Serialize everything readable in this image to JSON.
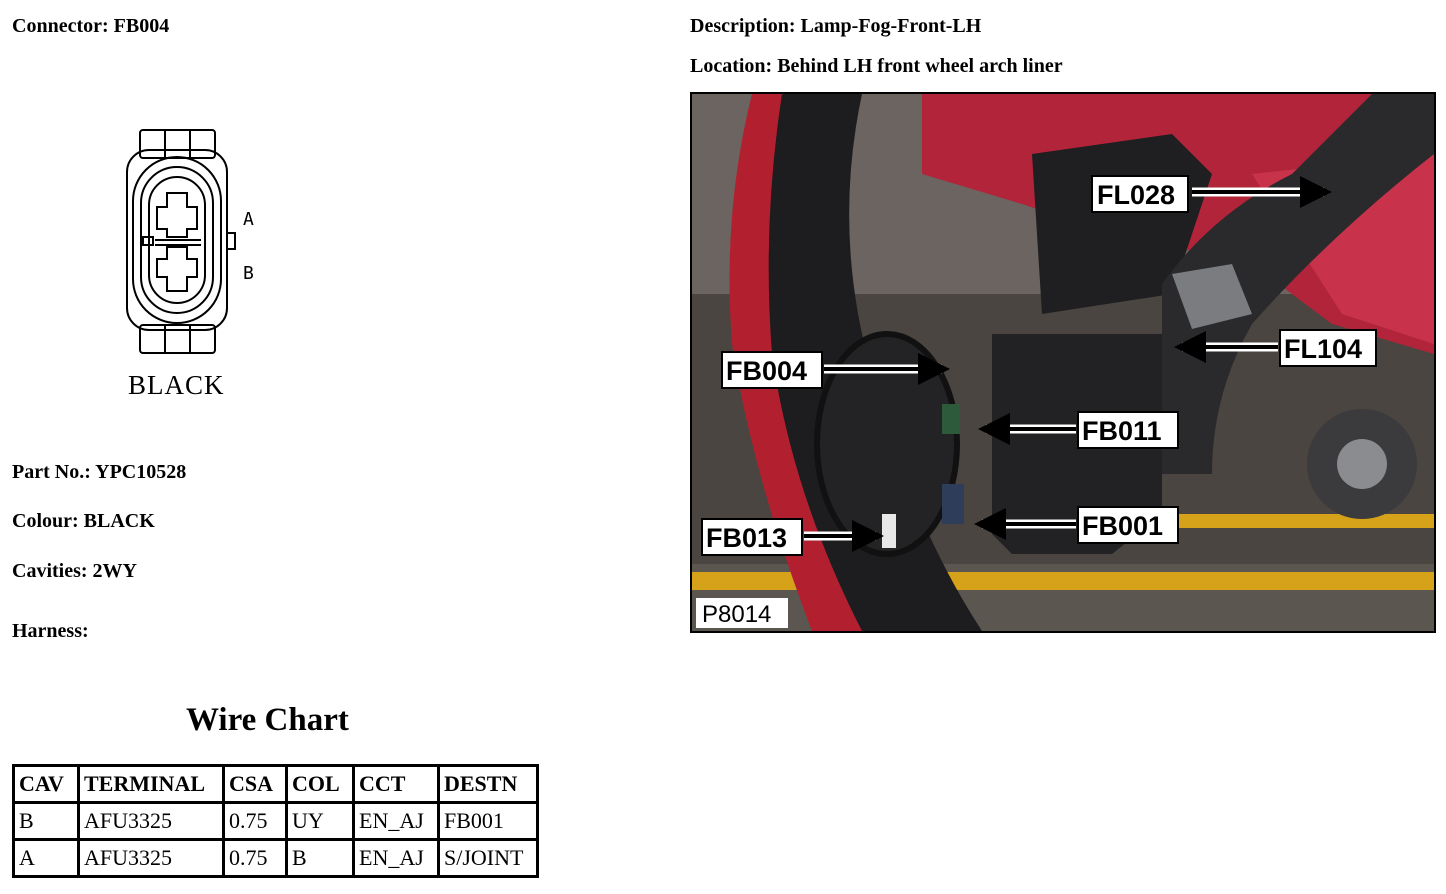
{
  "header": {
    "connector_label": "Connector:",
    "connector_value": "FB004",
    "description_label": "Description:",
    "description_value": "Lamp-Fog-Front-LH",
    "location_label": "Location:",
    "location_value": "Behind LH front wheel arch liner"
  },
  "connector_diagram": {
    "pin_a": "A",
    "pin_b": "B",
    "color_label": "BLACK"
  },
  "details": {
    "part_no_label": "Part No.:",
    "part_no_value": "YPC10528",
    "colour_label": "Colour:",
    "colour_value": "BLACK",
    "cavities_label": "Cavities:",
    "cavities_value": "2WY",
    "harness_label": "Harness:",
    "harness_value": ""
  },
  "wire_chart": {
    "title": "Wire Chart",
    "columns": [
      "CAV",
      "TERMINAL",
      "CSA",
      "COL",
      "CCT",
      "DESTN"
    ],
    "rows": [
      [
        "B",
        "AFU3325",
        "0.75",
        "UY",
        "EN_AJ",
        "FB001"
      ],
      [
        "A",
        "AFU3325",
        "0.75",
        "B",
        "EN_AJ",
        "S/JOINT"
      ]
    ]
  },
  "photo": {
    "photo_id": "P8014",
    "callouts": [
      "FL028",
      "FL104",
      "FB004",
      "FB011",
      "FB013",
      "FB001"
    ]
  }
}
